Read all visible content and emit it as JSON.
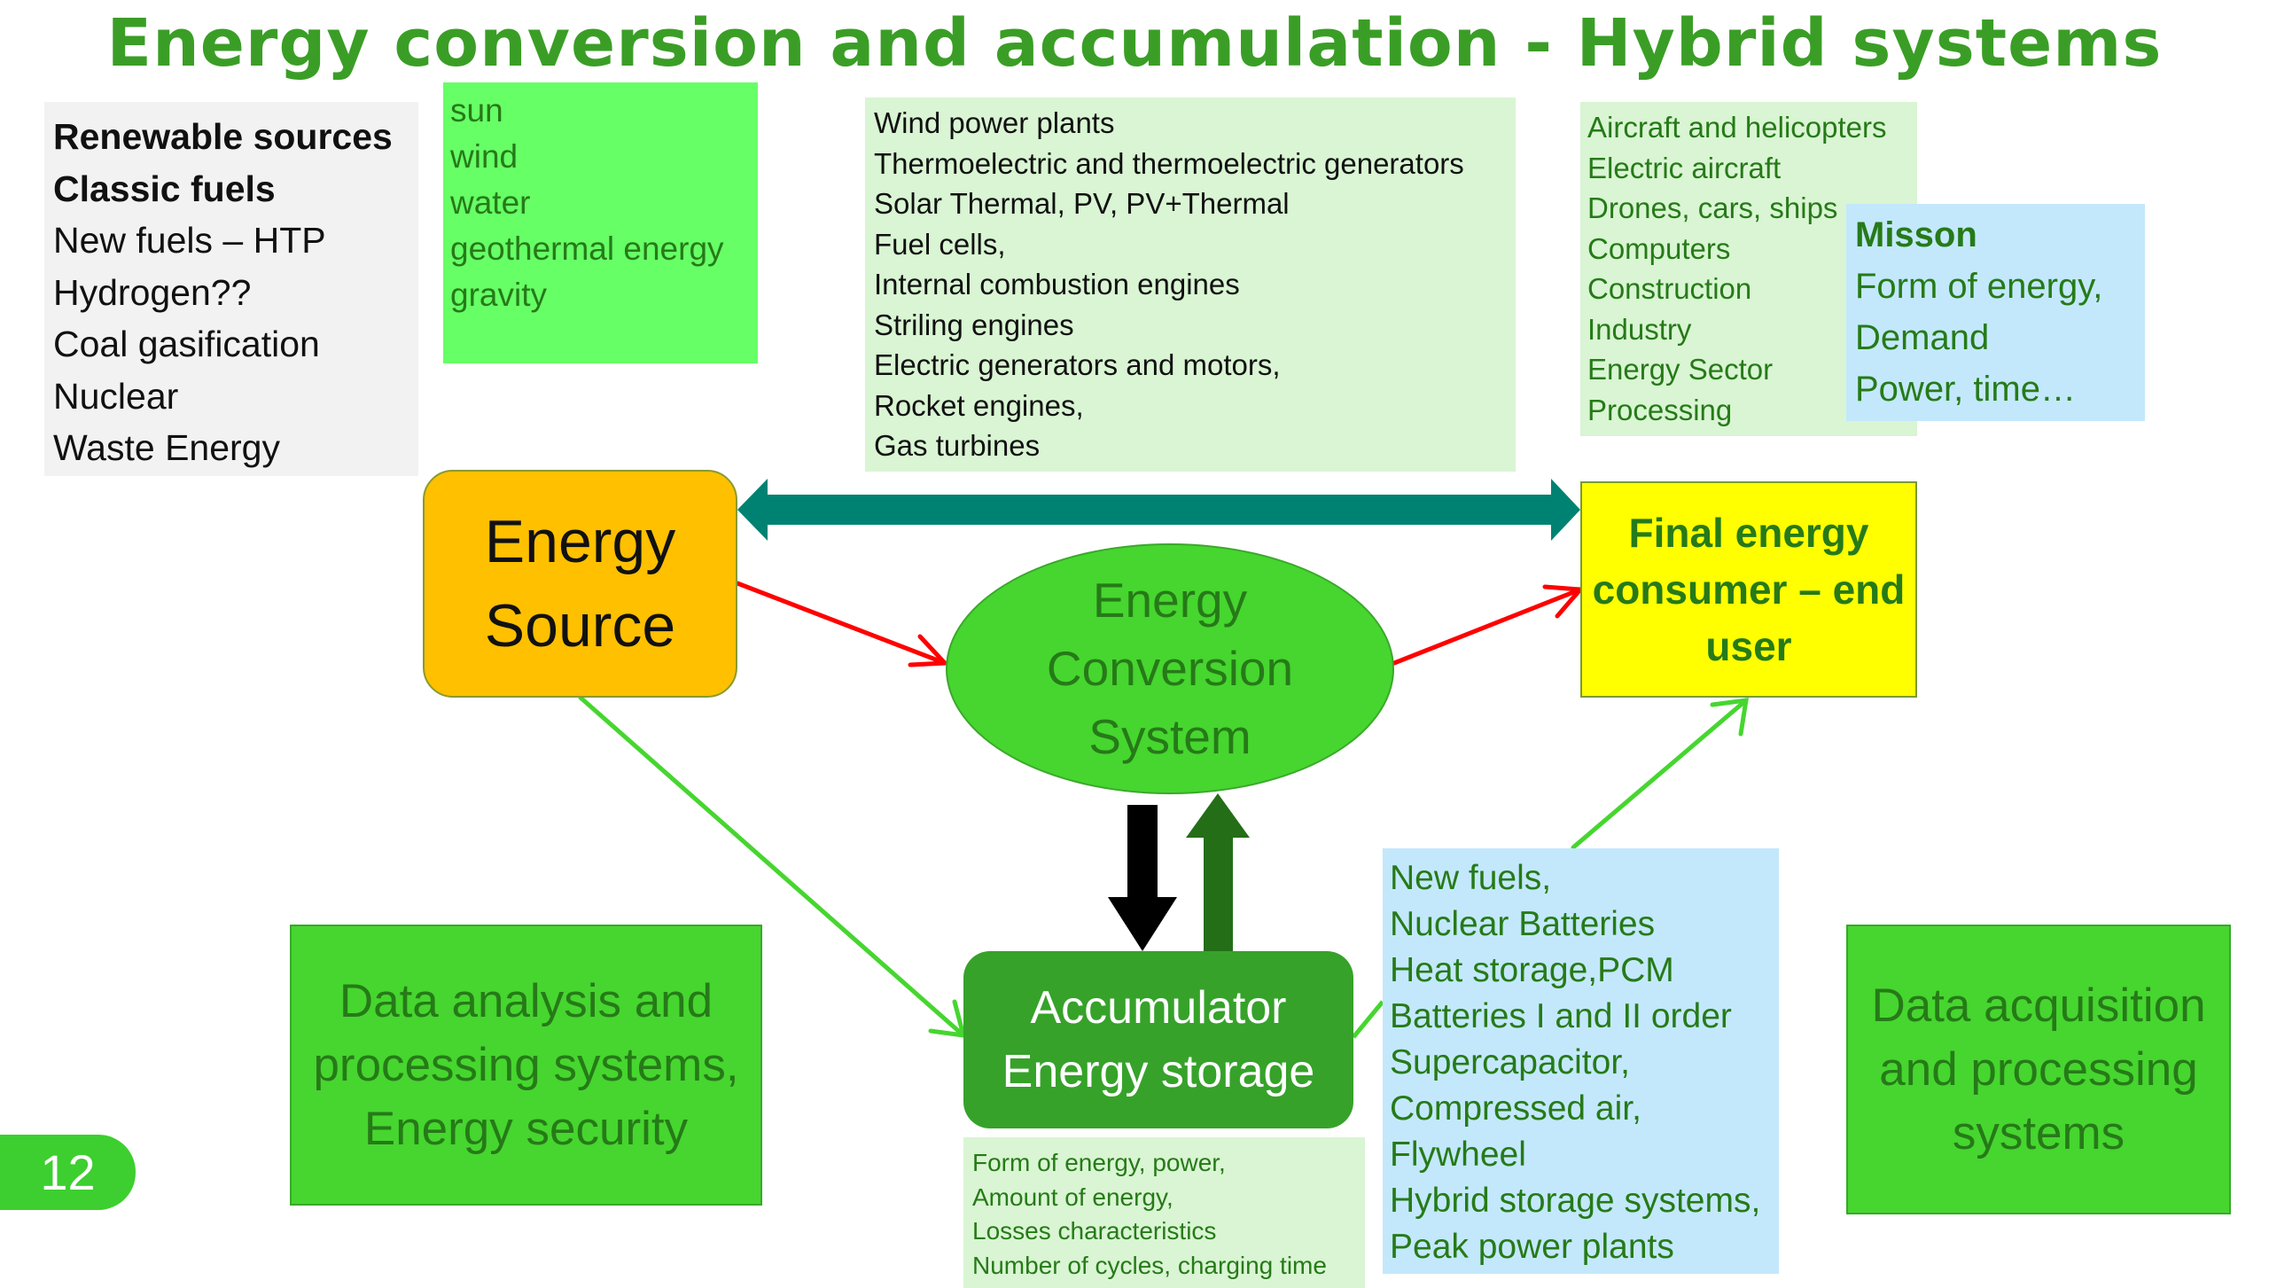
{
  "title": "Energy conversion and accumulation - Hybrid systems",
  "slide_number": "12",
  "energy_sources_list": {
    "bold_items": [
      "Renewable sources",
      "Classic fuels"
    ],
    "items": [
      "New fuels – HTP",
      "Hydrogen??",
      "Coal gasification",
      "Nuclear",
      "Waste Energy"
    ]
  },
  "renewables_list": [
    "sun",
    "wind",
    "water",
    "geothermal energy",
    "gravity"
  ],
  "conversion_technologies": [
    "Wind power plants",
    "Thermoelectric and thermoelectric generators",
    "Solar Thermal, PV, PV+Thermal",
    "Fuel cells,",
    "Internal combustion engines",
    "Striling engines",
    "Electric generators and motors,",
    "Rocket engines,",
    "Gas turbines"
  ],
  "applications": [
    "Aircraft and helicopters",
    "Electric aircraft",
    "Drones, cars, ships",
    "Computers",
    "Construction",
    "Industry",
    "Energy Sector",
    "Processing"
  ],
  "mission": {
    "heading": "Misson",
    "items": [
      "Form of energy,",
      "Demand",
      "Power, time…"
    ]
  },
  "nodes": {
    "energy_source": [
      "Energy",
      "Source"
    ],
    "conversion_system": [
      "Energy",
      "Conversion",
      "System"
    ],
    "final_consumer": [
      "Final energy",
      "consumer – end",
      "user"
    ],
    "accumulator": [
      "Accumulator",
      "Energy storage"
    ],
    "data_analysis": [
      "Data analysis and",
      "processing systems,",
      "Energy security"
    ],
    "data_acquisition": [
      "Data acquisition",
      "and processing",
      "systems"
    ]
  },
  "accumulator_properties": [
    "Form of energy, power,",
    "Amount of energy,",
    "Losses characteristics",
    "Number of cycles, charging time"
  ],
  "storage_types": [
    "New fuels,",
    "Nuclear Batteries",
    "Heat storage,PCM",
    "Batteries I and II order",
    "Supercapacitor,",
    "Compressed air,",
    "Flywheel",
    "Hybrid storage systems,",
    "Peak power plants"
  ],
  "colors": {
    "title_green": "#3a9e26",
    "text_green": "#267a18",
    "source_orange": "#ffc000",
    "consumer_yellow": "#ffff00",
    "node_green": "#46d62f",
    "accumulator_green": "#36a22a",
    "teal_arrow": "#008272",
    "red_arrow": "#ff0000",
    "light_green_panel": "#d9f5d3",
    "bright_green_panel": "#66ff66",
    "light_blue_panel": "#c3e8fb",
    "grey_panel": "#f2f2f2"
  }
}
